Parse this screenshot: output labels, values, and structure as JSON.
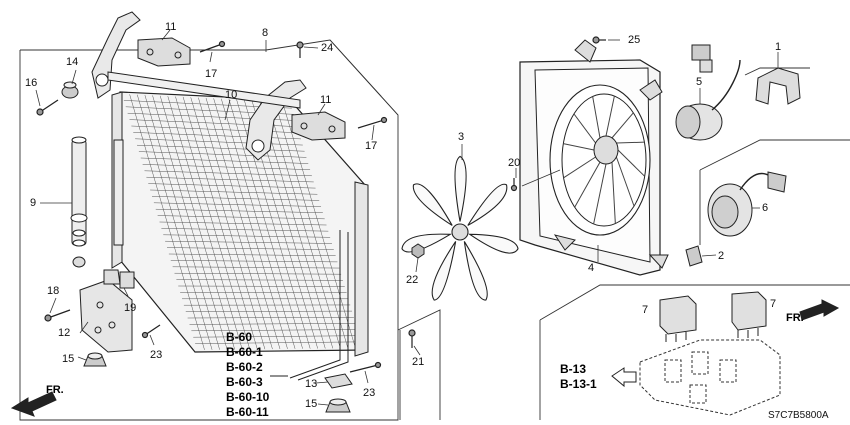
{
  "callouts": {
    "p1": "1",
    "p2": "2",
    "p4": "4",
    "p5": "5",
    "p6": "6",
    "p7a": "7",
    "p7b": "7",
    "p8": "8",
    "p9": "9",
    "p10": "10",
    "p11a": "11",
    "p11b": "11",
    "p12": "12",
    "p13": "13",
    "p14": "14",
    "p15a": "15",
    "p15b": "15",
    "p16": "16",
    "p17a": "17",
    "p17b": "17",
    "p18": "18",
    "p19": "19",
    "p20": "20",
    "p21": "21",
    "p22": "22",
    "p23a": "23",
    "p23b": "23",
    "p24": "24",
    "p25": "25",
    "p3": "3"
  },
  "references_condenser": [
    "B-60",
    "B-60-1",
    "B-60-2",
    "B-60-3",
    "B-60-10",
    "B-60-11"
  ],
  "references_relay": [
    "B-13",
    "B-13-1"
  ],
  "front_labels": {
    "left": "FR.",
    "right": "FR."
  },
  "catalog_code": "S7C7B5800A"
}
